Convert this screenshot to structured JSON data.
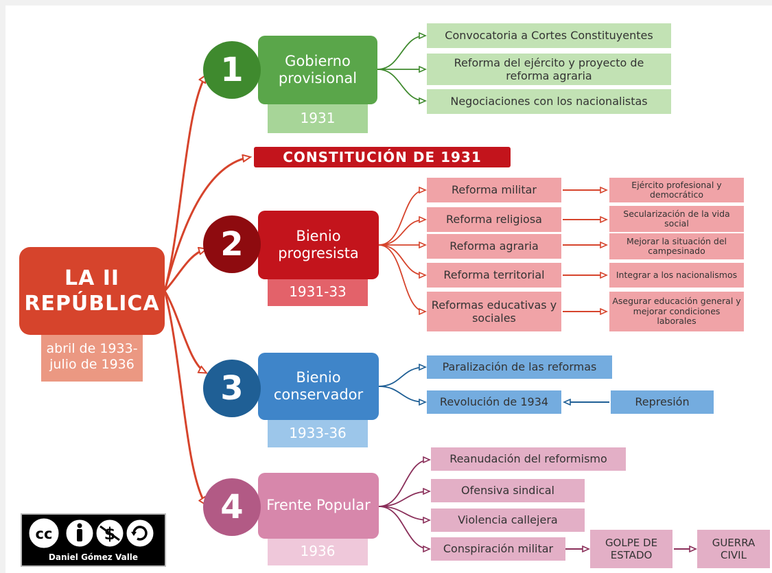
{
  "root": {
    "title": "LA II REPÚBLICA",
    "date": "abril de 1933-julio de 1936"
  },
  "constitution": "CONSTITUCIÓN DE 1931",
  "phases": [
    {
      "number": "1",
      "title": "Gobierno provisional",
      "year": "1931"
    },
    {
      "number": "2",
      "title": "Bienio progresista",
      "year": "1931-33"
    },
    {
      "number": "3",
      "title": "Bienio conservador",
      "year": "1933-36"
    },
    {
      "number": "4",
      "title": "Frente Popular",
      "year": "1936"
    }
  ],
  "phase1_items": [
    "Convocatoria a Cortes Constituyentes",
    "Reforma del ejército y proyecto de reforma agraria",
    "Negociaciones con los nacionalistas"
  ],
  "phase2_reforms": [
    {
      "name": "Reforma militar",
      "goal": "Ejército profesional y democrático"
    },
    {
      "name": "Reforma religiosa",
      "goal": "Secularización de la vida social"
    },
    {
      "name": "Reforma agraria",
      "goal": "Mejorar la situación del campesinado"
    },
    {
      "name": "Reforma territorial",
      "goal": "Integrar a los nacionalismos"
    },
    {
      "name": "Reformas educativas y sociales",
      "goal": "Asegurar educación general y mejorar condiciones laborales"
    }
  ],
  "phase3_items": {
    "paralizacion": "Paralización de las reformas",
    "revolucion": "Revolución de 1934",
    "represion": "Represión"
  },
  "phase4_items": {
    "reanudacion": "Reanudación del reformismo",
    "ofensiva": "Ofensiva sindical",
    "violencia": "Violencia callejera",
    "conspiracion": "Conspiración militar",
    "golpe": "GOLPE DE ESTADO",
    "guerra": "GUERRA CIVIL"
  },
  "license": {
    "author": "Daniel Gómez Valle",
    "badge": "cc"
  },
  "colors": {
    "root": "#d6442c",
    "green": "#5aa64a",
    "red": "#c3141c",
    "blue": "#3f85c9",
    "pink": "#c77199",
    "arrow_root": "#d6442c",
    "arrow_green": "#3f8a2e",
    "arrow_red": "#d6442c",
    "arrow_blue": "#1f5f95",
    "arrow_pink": "#8a2f5a"
  }
}
